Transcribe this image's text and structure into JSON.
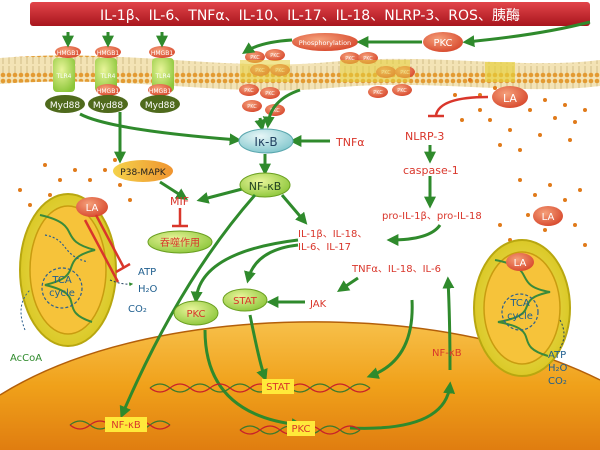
{
  "banner": {
    "text": "IL-1β、IL-6、TNFα、IL-10、IL-17、IL-18、NLRP-3、ROS、胰酶"
  },
  "receptors": {
    "hmgb1": "HMGB1",
    "tlr4": "TLR4",
    "myd88": "Myd88"
  },
  "pkc": {
    "label": "PKC",
    "phosphorylation": "Phosphorylation"
  },
  "la": {
    "label": "LA"
  },
  "nodes": {
    "ikb": "Iκ-B",
    "tnfa": "TNFα",
    "nlrp3": "NLRP-3",
    "caspase1": "caspase-1",
    "pro_il": "pro-IL-1β、pro-IL-18",
    "p38": "P38-MAPK",
    "nfkb": "NF-κB",
    "mif": "MIF",
    "phago": "吞噬作用",
    "il_line1": "IL-1β、IL-18、",
    "il_line2": "IL-6、IL-17",
    "tnfa_line": "TNFα、IL-18、IL-6",
    "stat": "STAT",
    "jak": "JAK",
    "pkc": "PKC",
    "nfkb_right": "NF-κB"
  },
  "mito_left": {
    "la": "LA",
    "tca1": "TCA",
    "tca2": "cycle",
    "atp": "ATP",
    "h2o": "H₂O",
    "co2": "CO₂",
    "accoa": "AcCoA"
  },
  "mito_right": {
    "la1": "LA",
    "la2": "LA",
    "tca1": "TCA",
    "tca2": "cycle",
    "atp": "ATP",
    "h2o": "H₂O",
    "co2": "CO₂"
  },
  "dna": {
    "nfkb": "NF-κB",
    "stat": "STAT",
    "pkc": "PKC"
  },
  "colors": {
    "banner_red": "#c8202a",
    "arrow_green": "#2f8a2c",
    "inhibit_red": "#d9362b",
    "membrane_tan": "#e8d39a",
    "nucleus_orange": "#f0a11a",
    "mito_yellow": "#e8d81a",
    "text_red": "#d9362b",
    "text_blue": "#1f5f8f"
  }
}
